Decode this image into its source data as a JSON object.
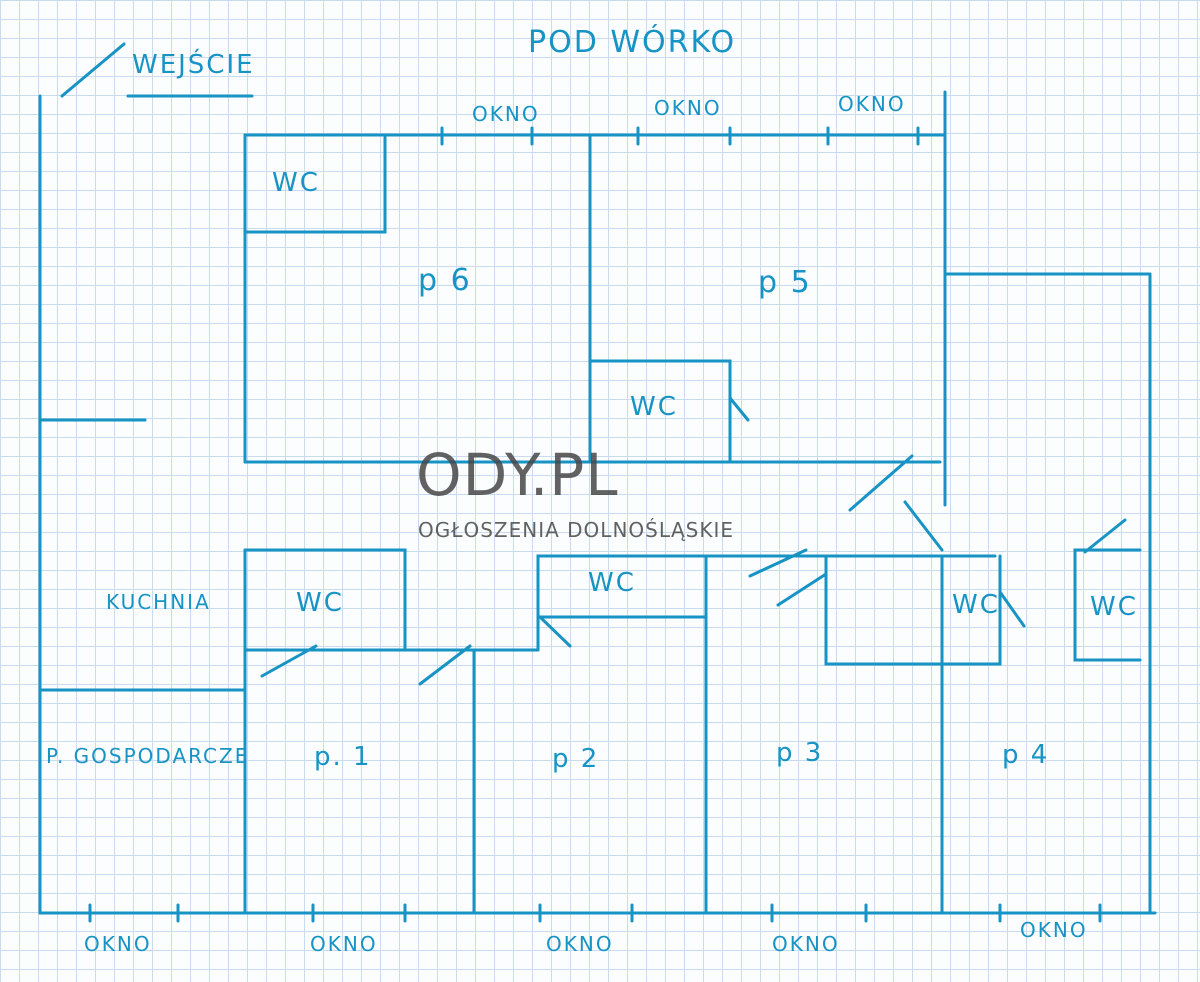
{
  "plan": {
    "entrance_label": "WEJŚCIE",
    "yard_label": "POD WÓRKO",
    "kitchen_label": "KUCHNIA",
    "utility_label": "P. GOSPODARCZE",
    "window_label": "OKNO",
    "wc_label": "WC",
    "rooms": {
      "p1": "p. 1",
      "p2": "p 2",
      "p3": "p 3",
      "p4": "p 4",
      "p5": "p 5",
      "p6": "p 6"
    },
    "line_color": "#1793c4",
    "grid_color": "#c9dbee"
  },
  "watermark": {
    "brand": "ODY.PL",
    "subtitle": "OGŁOSZENIA DOLNOŚLĄSKIE"
  }
}
